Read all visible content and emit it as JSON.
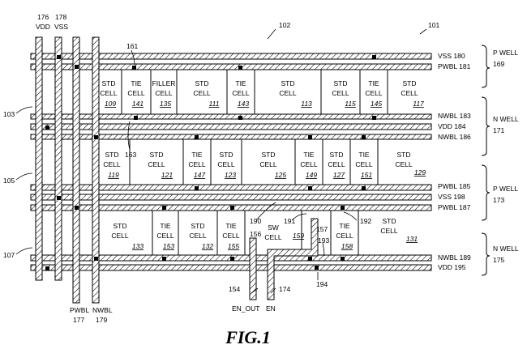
{
  "figure_label": "FIG.1",
  "refs": {
    "r101": "101",
    "r102": "102",
    "r103": "103",
    "r105": "105",
    "r107": "107",
    "r161": "161",
    "r163": "163",
    "r190": "190",
    "r191": "191",
    "r192": "192",
    "r193": "193",
    "r194": "194",
    "r154": "154",
    "r174": "174",
    "r156": "156",
    "r157": "157"
  },
  "vertical_rails": [
    {
      "name": "176",
      "sub": "VDD"
    },
    {
      "name": "178",
      "sub": "VSS"
    },
    {
      "name": "PWBL",
      "sub": "177"
    },
    {
      "name": "NWBL",
      "sub": "179"
    }
  ],
  "bus_labels": [
    "VSS  180",
    "PWBL  181",
    "NWBL  183",
    "VDD  184",
    "NWBL  186",
    "PWBL  185",
    "VSS  198",
    "PWBL  187",
    "NWBL  189",
    "VDD  195"
  ],
  "wells": [
    {
      "line1": "P  WELL",
      "line2": "169"
    },
    {
      "line1": "N  WELL",
      "line2": "171"
    },
    {
      "line1": "P  WELL",
      "line2": "173"
    },
    {
      "line1": "N  WELL",
      "line2": "175"
    }
  ],
  "rows": [
    {
      "cells": [
        {
          "a": "STD",
          "b": "CELL",
          "n": "109"
        },
        {
          "a": "TIE",
          "b": "CELL",
          "n": "141"
        },
        {
          "a": "FILLER",
          "b": "CELL",
          "n": "135"
        },
        {
          "a": "STD",
          "b": "CELL",
          "n": "111"
        },
        {
          "a": "TIE",
          "b": "CELL",
          "n": "143"
        },
        {
          "a": "STD",
          "b": "CELL",
          "n": "113"
        },
        {
          "a": "STD",
          "b": "CELL",
          "n": "115"
        },
        {
          "a": "TIE",
          "b": "CELL",
          "n": "145"
        },
        {
          "a": "STD",
          "b": "CELL",
          "n": "117"
        }
      ]
    },
    {
      "cells": [
        {
          "a": "STD",
          "b": "CELL",
          "n": "119"
        },
        {
          "a": "STD",
          "b": "CELL",
          "n": "121"
        },
        {
          "a": "TIE",
          "b": "CELL",
          "n": "147"
        },
        {
          "a": "STD",
          "b": "CELL",
          "n": "123"
        },
        {
          "a": "STD",
          "b": "CELL",
          "n": "125"
        },
        {
          "a": "TIE",
          "b": "CELL",
          "n": "149"
        },
        {
          "a": "STD",
          "b": "CELL",
          "n": "127"
        },
        {
          "a": "TIE",
          "b": "CELL",
          "n": "151"
        },
        {
          "a": "STD",
          "b": "CELL",
          "n": "129"
        }
      ]
    },
    {
      "cells": [
        {
          "a": "STD",
          "b": "CELL",
          "n": "133"
        },
        {
          "a": "TIE",
          "b": "CELL",
          "n": "153"
        },
        {
          "a": "STD",
          "b": "CELL",
          "n": "132"
        },
        {
          "a": "TIE",
          "b": "CELL",
          "n": "155"
        },
        {
          "a": "SW",
          "b": "CELL",
          "n": "159"
        },
        {
          "a": "TIE",
          "b": "CELL",
          "n": "158"
        },
        {
          "a": "STD",
          "b": "CELL",
          "n": "131"
        }
      ]
    }
  ],
  "signals": [
    "EN_OUT",
    "EN"
  ]
}
